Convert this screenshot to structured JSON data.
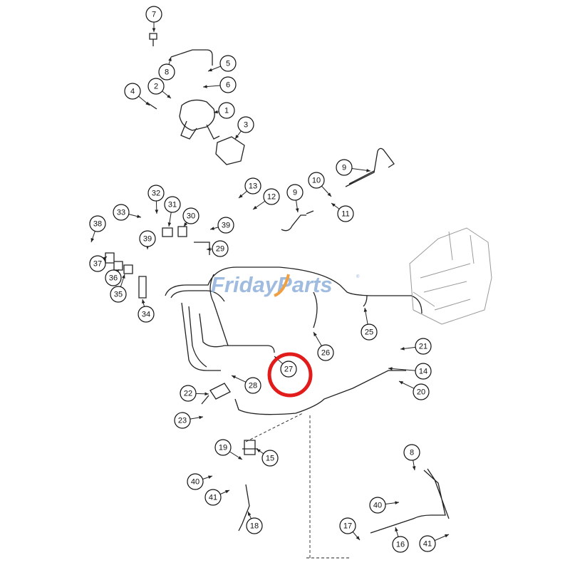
{
  "watermark": {
    "text": "FridayParts",
    "registered": "®",
    "brand_color": "#8fb0da",
    "accent_color": "#f0a040"
  },
  "highlight": {
    "callout": "27",
    "color": "#e21b1b"
  },
  "callouts": [
    "7",
    "8",
    "5",
    "6",
    "2",
    "4",
    "1",
    "3",
    "9",
    "10",
    "9",
    "13",
    "12",
    "11",
    "32",
    "31",
    "30",
    "33",
    "39",
    "38",
    "39",
    "29",
    "37",
    "36",
    "35",
    "34",
    "25",
    "26",
    "21",
    "14",
    "27",
    "28",
    "20",
    "22",
    "23",
    "19",
    "15",
    "8",
    "40",
    "41",
    "40",
    "18",
    "17",
    "16",
    "41"
  ]
}
